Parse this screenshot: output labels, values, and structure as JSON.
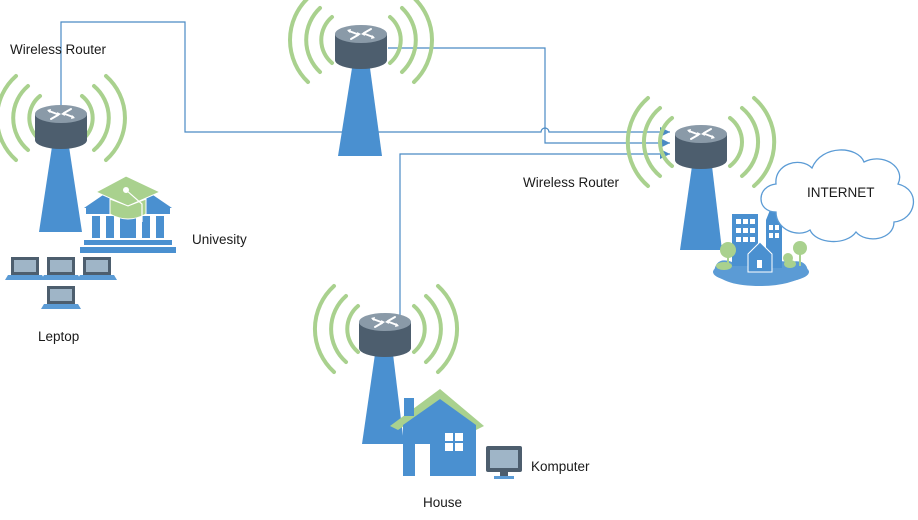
{
  "labels": {
    "router_top_left": "Wireless Router",
    "router_right": "Wireless Router",
    "university": "Univesity",
    "laptop": "Leptop",
    "internet": "INTERNET",
    "house": "House",
    "computer": "Komputer"
  },
  "colors": {
    "tower": "#4a90d0",
    "router_body": "#4d5e6e",
    "router_top": "#8a9aa8",
    "wave": "#a9d18e",
    "link": "#4a8ac4",
    "building_green": "#a9d18e",
    "cloud_stroke": "#5b9bd5"
  },
  "icons": {
    "router": "router-icon",
    "tower": "tower-icon",
    "wifi": "wifi-signal-icon",
    "university": "university-icon",
    "laptop": "laptop-icon",
    "house": "house-icon",
    "computer": "monitor-icon",
    "city": "city-icon",
    "cloud": "cloud-icon"
  }
}
